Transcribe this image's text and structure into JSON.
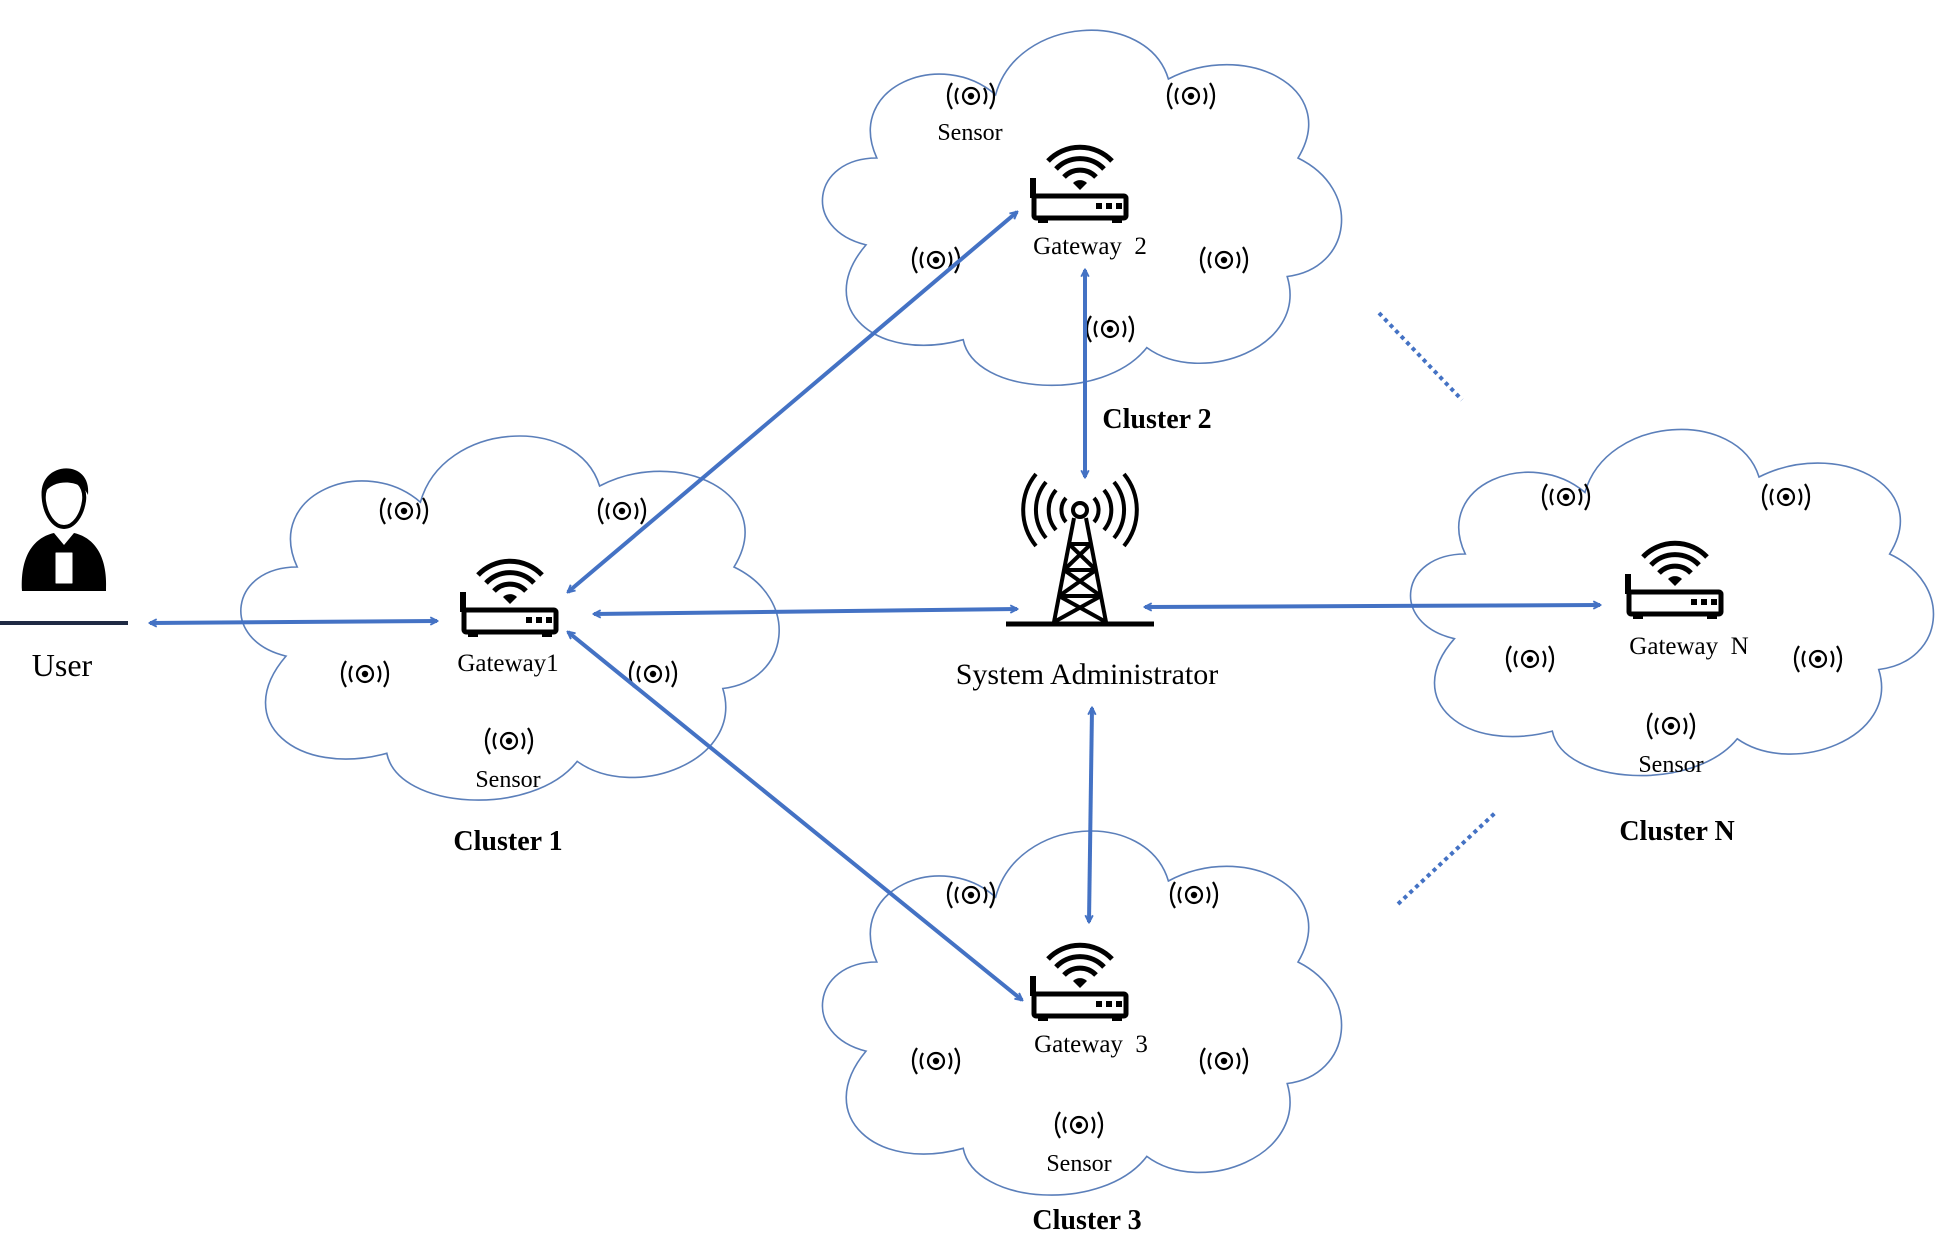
{
  "colors": {
    "arrow": "#4472C4",
    "cloud_stroke": "#5B7FBA",
    "icon": "#000000",
    "background": "#FFFFFF"
  },
  "user": {
    "label": "User",
    "icon": "user-with-phone-icon"
  },
  "admin": {
    "label": "System Administrator",
    "icon": "radio-tower-icon"
  },
  "clusters": [
    {
      "id": "c1",
      "name": "Cluster 1",
      "gateway_label": "Gateway1",
      "sensor_label": "Sensor"
    },
    {
      "id": "c2",
      "name": "Cluster 2",
      "gateway_label": "Gateway  2",
      "sensor_label": "Sensor"
    },
    {
      "id": "c3",
      "name": "Cluster 3",
      "gateway_label": "Gateway  3",
      "sensor_label": "Sensor"
    },
    {
      "id": "cn",
      "name": "Cluster N",
      "gateway_label": "Gateway  N",
      "sensor_label": "Sensor"
    }
  ],
  "icons": {
    "gateway": "wifi-router-icon",
    "sensor": "wireless-sensor-icon"
  },
  "links": [
    {
      "from": "User",
      "to": "Gateway1",
      "direction": "both"
    },
    {
      "from": "Gateway1",
      "to": "Gateway  2",
      "direction": "both"
    },
    {
      "from": "Gateway1",
      "to": "Gateway  3",
      "direction": "both"
    },
    {
      "from": "Gateway1",
      "to": "System Administrator",
      "direction": "both"
    },
    {
      "from": "Gateway  2",
      "to": "System Administrator",
      "direction": "both"
    },
    {
      "from": "Gateway  3",
      "to": "System Administrator",
      "direction": "both"
    },
    {
      "from": "Gateway  N",
      "to": "System Administrator",
      "direction": "both"
    }
  ]
}
